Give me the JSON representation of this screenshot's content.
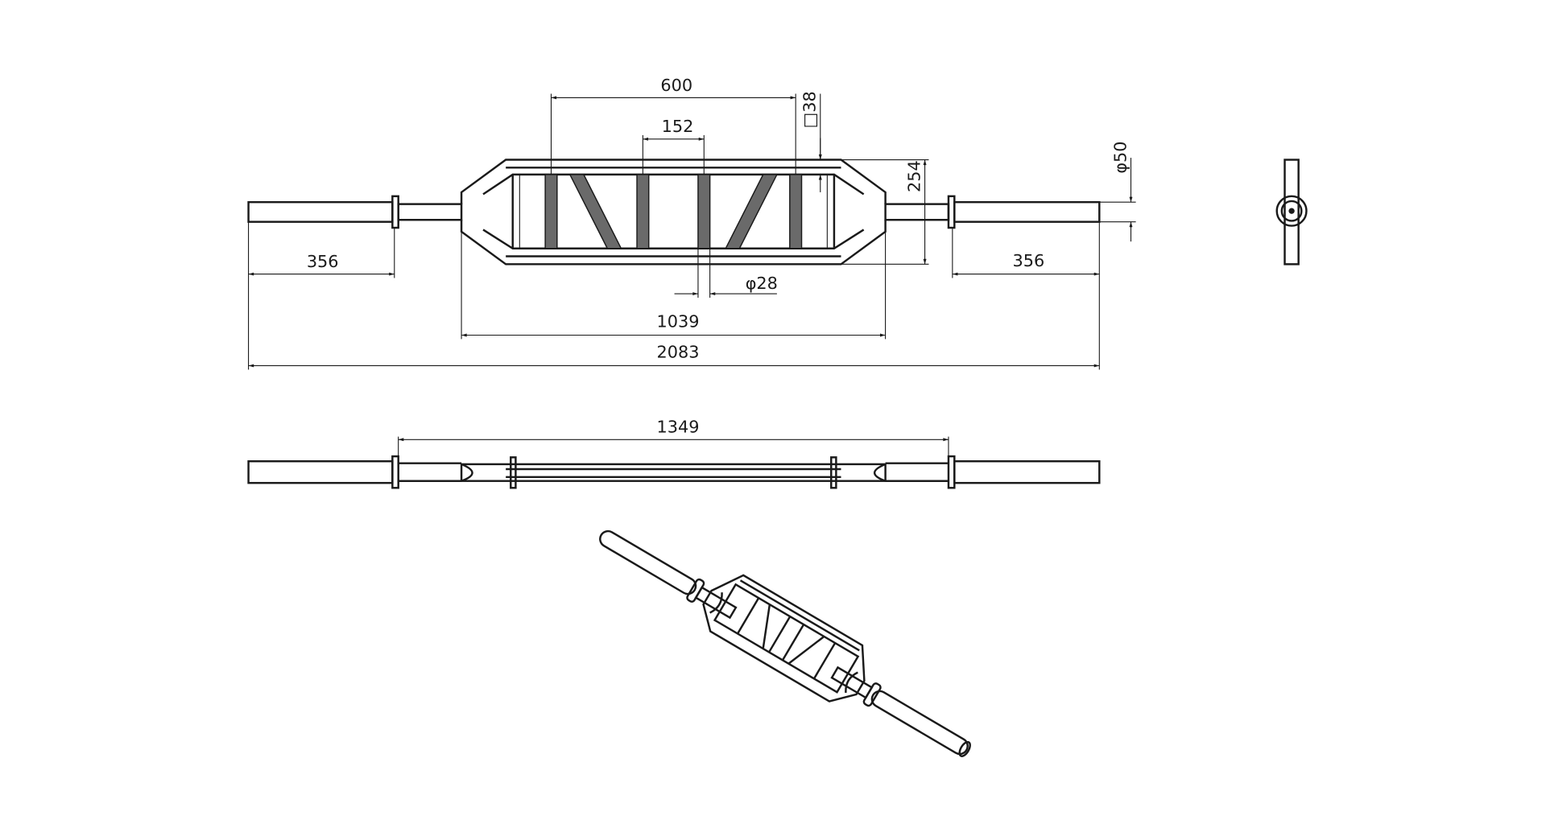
{
  "drawing": {
    "title": "Swiss / multi-grip barbell technical drawing",
    "dimensions": {
      "grip_spacing": "600",
      "inner_grip_spacing": "152",
      "tube_section": "□38",
      "frame_height": "254",
      "sleeve_diameter": "φ50",
      "sleeve_left": "356",
      "sleeve_right": "356",
      "handle_diameter": "φ28",
      "frame_length": "1039",
      "overall_length": "2083",
      "collar_spacing": "1349"
    },
    "views": [
      "top-view",
      "side-view",
      "end-view",
      "isometric-view"
    ]
  }
}
